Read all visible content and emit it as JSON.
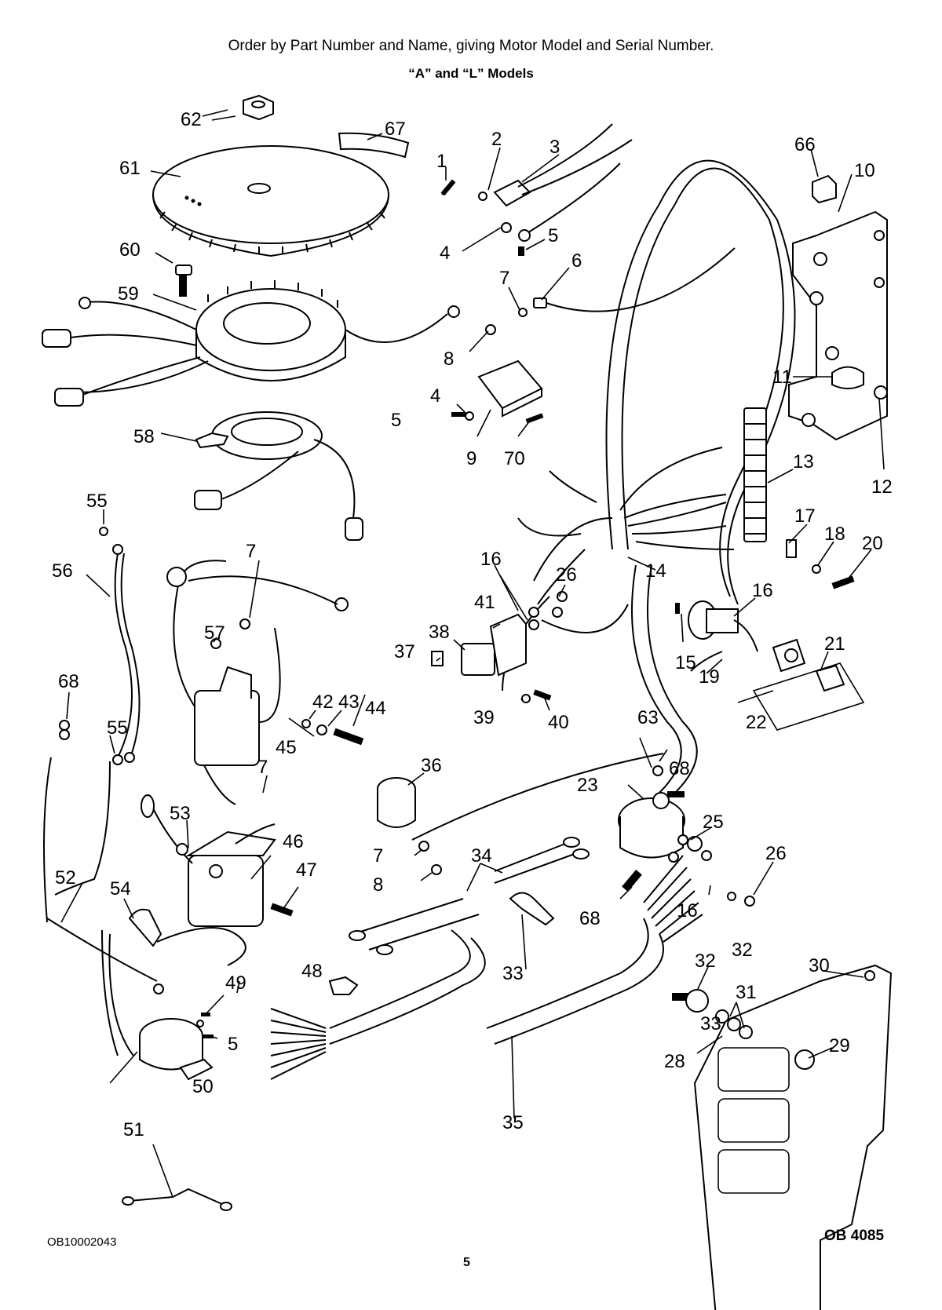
{
  "header": {
    "title": "Order by Part Number and Name, giving Motor Model and Serial Number.",
    "subtitle": "“A” and “L” Models"
  },
  "footer": {
    "left_code": "OB10002043",
    "page_number": "5",
    "right_code": "OB 4085"
  },
  "callouts": [
    "1",
    "2",
    "3",
    "4",
    "5",
    "6",
    "7",
    "8",
    "9",
    "10",
    "11",
    "12",
    "13",
    "14",
    "15",
    "16",
    "17",
    "18",
    "19",
    "20",
    "21",
    "22",
    "23",
    "25",
    "26",
    "28",
    "29",
    "30",
    "31",
    "32",
    "33",
    "34",
    "35",
    "36",
    "37",
    "38",
    "39",
    "40",
    "41",
    "42",
    "43",
    "44",
    "45",
    "46",
    "47",
    "48",
    "49",
    "50",
    "51",
    "52",
    "53",
    "54",
    "55",
    "56",
    "57",
    "58",
    "59",
    "60",
    "61",
    "62",
    "63",
    "66",
    "67",
    "68",
    "70"
  ]
}
